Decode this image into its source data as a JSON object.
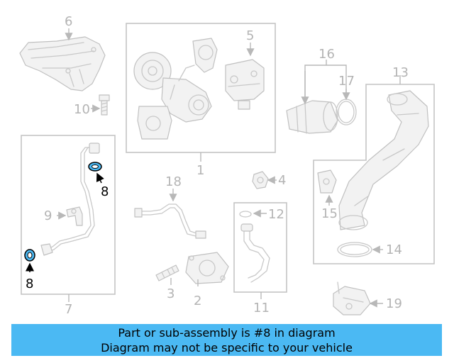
{
  "callouts": {
    "p1": "1",
    "p2": "2",
    "p3": "3",
    "p4": "4",
    "p5": "5",
    "p6": "6",
    "p7": "7",
    "p8a": "8",
    "p8b": "8",
    "p9": "9",
    "p10": "10",
    "p11": "11",
    "p12": "12",
    "p13": "13",
    "p14": "14",
    "p15": "15",
    "p16": "16",
    "p17": "17",
    "p18": "18",
    "p19": "19"
  },
  "highlighted_part": "8",
  "banner": {
    "line1": "Part or sub-assembly is #8 in diagram",
    "line2": "Diagram may not be specific to your vehicle",
    "color": "#4bb9f3"
  }
}
